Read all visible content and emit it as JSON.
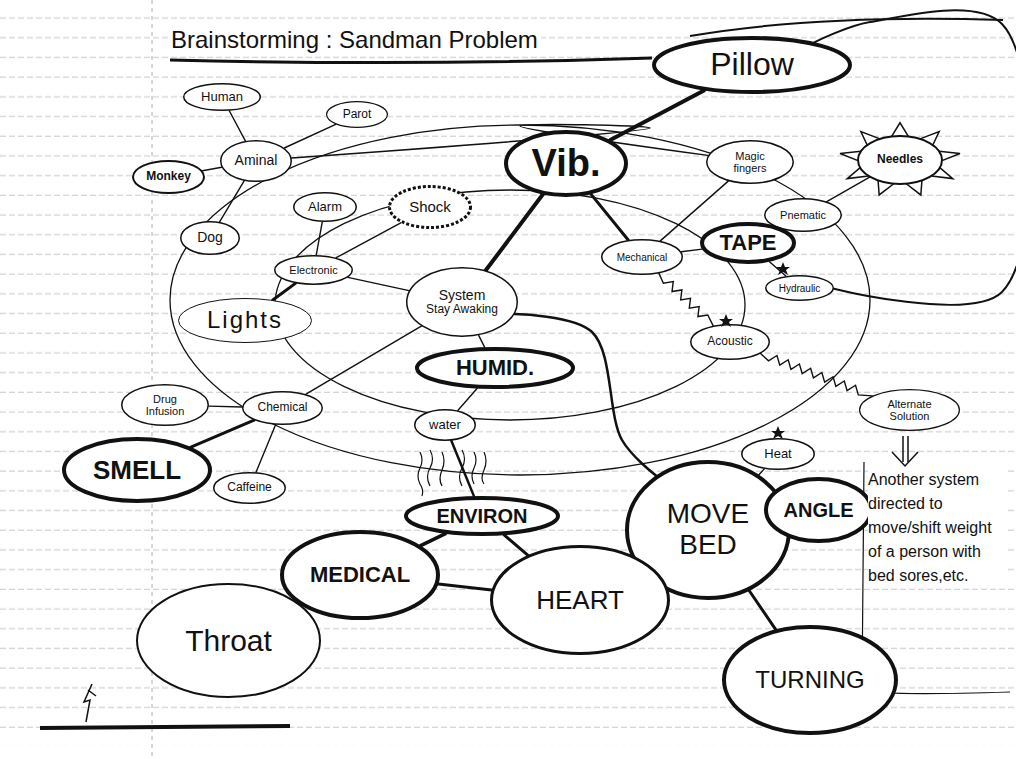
{
  "diagram": {
    "title": "Brainstorming : Sandman Problem",
    "nodes": [
      {
        "text": [
          "Human"
        ]
      },
      {
        "text": [
          "Parot"
        ]
      },
      {
        "text": [
          "Aminal"
        ]
      },
      {
        "text": [
          "Monkey"
        ]
      },
      {
        "text": [
          "Dog"
        ]
      },
      {
        "text": [
          "Alarm"
        ]
      },
      {
        "text": [
          "Shock"
        ]
      },
      {
        "text": [
          "Electronic"
        ]
      },
      {
        "text": [
          "Lights"
        ]
      },
      {
        "text": [
          "System",
          "Stay Awaking"
        ]
      },
      {
        "text": [
          "Vib."
        ]
      },
      {
        "text": [
          "Pillow"
        ]
      },
      {
        "text": [
          "Magic fingers"
        ]
      },
      {
        "text": [
          "Needles"
        ]
      },
      {
        "text": [
          "Pnematic"
        ]
      },
      {
        "text": [
          "Mechanical"
        ]
      },
      {
        "text": [
          "TAPE"
        ]
      },
      {
        "text": [
          "Hydraulic"
        ]
      },
      {
        "text": [
          "Acoustic"
        ]
      },
      {
        "text": [
          "HUMID."
        ]
      },
      {
        "text": [
          "Drug Infusion"
        ]
      },
      {
        "text": [
          "Chemical"
        ]
      },
      {
        "text": [
          "water"
        ]
      },
      {
        "text": [
          "SMELL"
        ]
      },
      {
        "text": [
          "Caffeine"
        ]
      },
      {
        "text": [
          "Heat"
        ]
      },
      {
        "text": [
          "Alternate Solution"
        ]
      },
      {
        "text": [
          "ENVIRON"
        ]
      },
      {
        "text": [
          "MOVE BED"
        ]
      },
      {
        "text": [
          "ANGLE"
        ]
      },
      {
        "text": [
          "MEDICAL"
        ]
      },
      {
        "text": [
          "HEART"
        ]
      },
      {
        "text": [
          "Throat"
        ]
      },
      {
        "text": [
          "TURNING"
        ]
      }
    ],
    "edges": [
      {
        "from": 0,
        "to": 2,
        "arrow": "none"
      },
      {
        "from": 1,
        "to": 2,
        "arrow": "none"
      },
      {
        "from": 3,
        "to": 2,
        "arrow": "none"
      },
      {
        "from": 4,
        "to": 2,
        "arrow": "none"
      },
      {
        "from": 5,
        "to": 7,
        "arrow": "none"
      },
      {
        "from": 6,
        "to": 7,
        "arrow": "none"
      },
      {
        "from": 7,
        "to": 8,
        "arrow": "none"
      },
      {
        "from": 7,
        "to": 9,
        "arrow": "none"
      },
      {
        "from": 9,
        "to": 10,
        "arrow": "none"
      },
      {
        "from": 10,
        "to": 11,
        "arrow": "none"
      },
      {
        "from": 10,
        "to": 15,
        "arrow": "none"
      },
      {
        "from": 15,
        "to": 16,
        "arrow": "none"
      },
      {
        "from": 15,
        "to": 12,
        "arrow": "none"
      },
      {
        "from": 14,
        "to": 13,
        "arrow": "none"
      },
      {
        "from": 14,
        "to": 16,
        "arrow": "none"
      },
      {
        "from": 16,
        "to": 17,
        "arrow": "none"
      },
      {
        "from": 15,
        "to": 18,
        "arrow": "none"
      },
      {
        "from": 18,
        "to": 26,
        "arrow": "none"
      },
      {
        "from": 21,
        "to": 20,
        "arrow": "none"
      },
      {
        "from": 21,
        "to": 23,
        "arrow": "none"
      },
      {
        "from": 21,
        "to": 24,
        "arrow": "none"
      },
      {
        "from": 21,
        "to": 9,
        "arrow": "none"
      },
      {
        "from": 9,
        "to": 19,
        "arrow": "none"
      },
      {
        "from": 19,
        "to": 22,
        "arrow": "none"
      },
      {
        "from": 22,
        "to": 27,
        "arrow": "none"
      },
      {
        "from": 27,
        "to": 30,
        "arrow": "none"
      },
      {
        "from": 30,
        "to": 32,
        "arrow": "none"
      },
      {
        "from": 30,
        "to": 31,
        "arrow": "none"
      },
      {
        "from": 27,
        "to": 31,
        "arrow": "none"
      },
      {
        "from": 9,
        "to": 28,
        "arrow": "none"
      },
      {
        "from": 28,
        "to": 29,
        "arrow": "none"
      },
      {
        "from": 28,
        "to": 33,
        "arrow": "none"
      },
      {
        "from": 12,
        "to": 2,
        "arrow": "none"
      },
      {
        "from": 17,
        "to": 11,
        "arrow": "none"
      },
      {
        "from": 25,
        "to": 28,
        "arrow": "none"
      }
    ],
    "labels": [
      "Another system directed to move/shift weight of a person with bed sores,etc."
    ]
  }
}
